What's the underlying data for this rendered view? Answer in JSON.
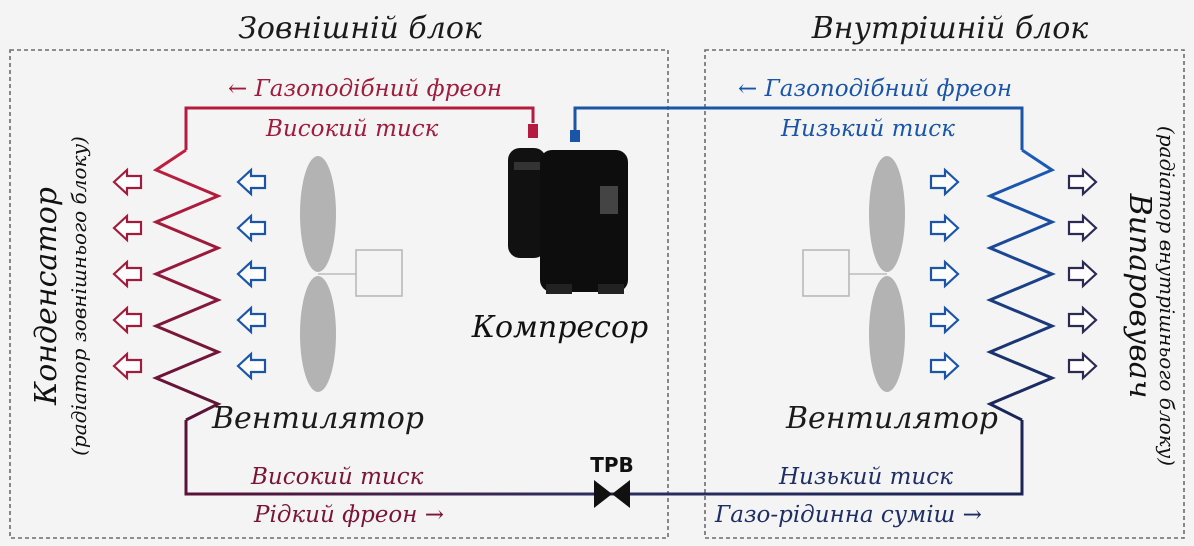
{
  "outdoor_unit": {
    "title": "Зовнішній блок",
    "condenser_title": "Конденсатор",
    "condenser_subtitle": "(радіатор зовнішнього блоку)",
    "fan_label": "Вентилятор",
    "top_line_label": "← Газоподібний фреон",
    "top_pressure": "Високий тиск",
    "bottom_pressure": "Високий тиск",
    "bottom_line_label": "Рідкий фреон →"
  },
  "compressor": {
    "label": "Компресор"
  },
  "valve": {
    "label": "ТРВ"
  },
  "indoor_unit": {
    "title": "Внутрішній блок",
    "evaporator_title": "Випаровувач",
    "evaporator_subtitle": "(радіатор внутрішнього блоку)",
    "fan_label": "Вентилятор",
    "top_line_label": "← Газоподібний фреон",
    "top_pressure": "Низький тиск",
    "bottom_pressure": "Низький тиск",
    "bottom_line_label": "Газо-рідинна суміш →"
  },
  "colors": {
    "high_pressure": "#a01c3c",
    "low_pressure": "#1a55a8",
    "dark_line": "#2a2a55",
    "fan_blade": "#b3b3b3",
    "text": "#1b1b1b"
  }
}
